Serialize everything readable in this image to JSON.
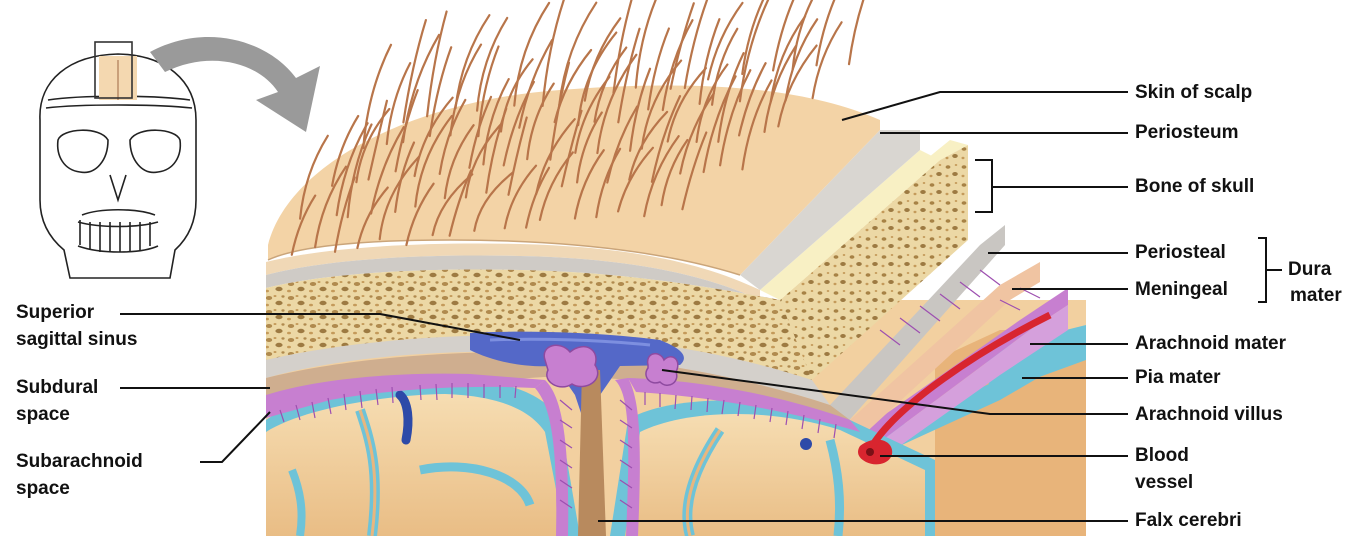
{
  "labels": {
    "skin_of_scalp": "Skin of scalp",
    "periosteum": "Periosteum",
    "bone_of_skull": "Bone of skull",
    "periosteal": "Periosteal",
    "meningeal": "Meningeal",
    "dura_mater_line1": "Dura",
    "dura_mater_line2": "mater",
    "arachnoid_mater": "Arachnoid mater",
    "pia_mater": "Pia mater",
    "arachnoid_villus": "Arachnoid villus",
    "blood_vessel_line1": "Blood",
    "blood_vessel_line2": "vessel",
    "falx_cerebri": "Falx cerebri",
    "superior_sagittal_sinus_line1": "Superior",
    "superior_sagittal_sinus_line2": "sagittal sinus",
    "subdural_space_line1": "Subdural",
    "subdural_space_line2": "space",
    "subarachnoid_space_line1": "Subarachnoid",
    "subarachnoid_space_line2": "space"
  },
  "colors": {
    "scalp": "#f3d3a6",
    "hair": "#b8754a",
    "periosteum": "#d9d6d1",
    "bone_face": "#f8f0c4",
    "bone_spongy": "#ecd8a5",
    "dura_periosteal": "#c9c6c2",
    "dura_meningeal": "#f0c4a2",
    "arachnoid": "#c77fd0",
    "pia": "#6ec3d8",
    "sinus": "#5468c8",
    "brain": "#f2d0a0",
    "blood_vessel": "#d8252f",
    "arrow": "#9a9a9a"
  }
}
